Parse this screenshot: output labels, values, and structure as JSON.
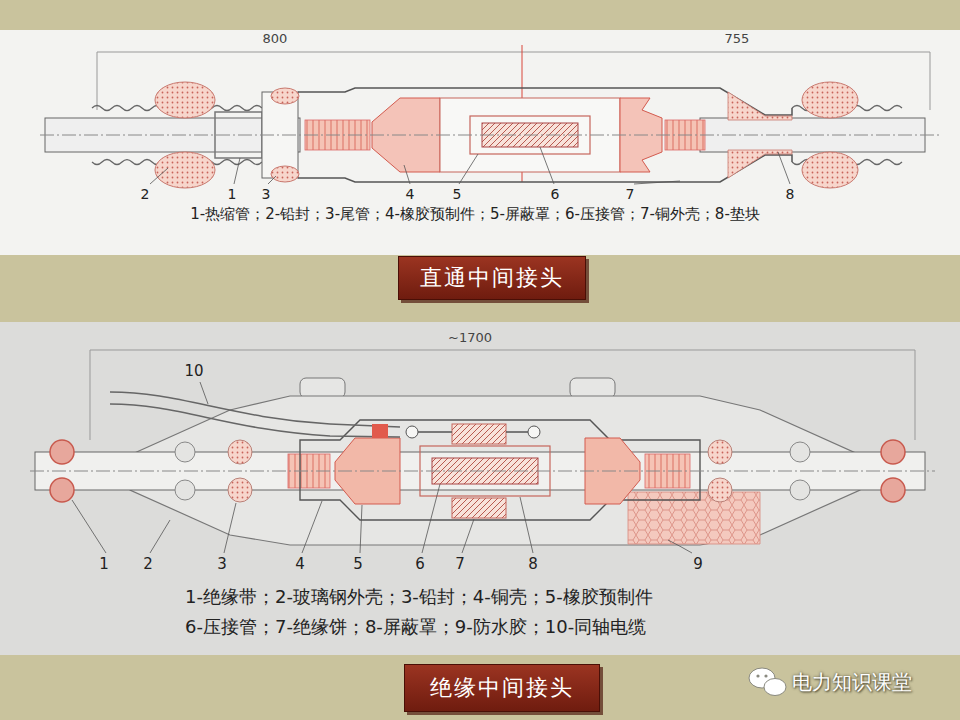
{
  "diagram": {
    "nodes": [
      {
        "text": [
          "直通中间接头"
        ]
      },
      {
        "text": [
          "绝缘中间接头"
        ]
      }
    ],
    "labels": [
      "800",
      "755",
      "2",
      "1",
      "3",
      "4",
      "5",
      "6",
      "7",
      "8",
      "1-热缩管；2-铅封；3-尾管；4-橡胶预制件；5-屏蔽罩；6-压接管；7-铜外壳；8-垫块",
      "~1700",
      "10",
      "1",
      "2",
      "3",
      "4",
      "5",
      "6",
      "7",
      "8",
      "9",
      "1-绝缘带；2-玻璃钢外壳；3-铅封；4-铜壳；5-橡胶预制件",
      "6-压接管；7-绝缘饼；8-屏蔽罩；9-防水胶；10-同轴电缆",
      "电力知识课堂"
    ]
  }
}
